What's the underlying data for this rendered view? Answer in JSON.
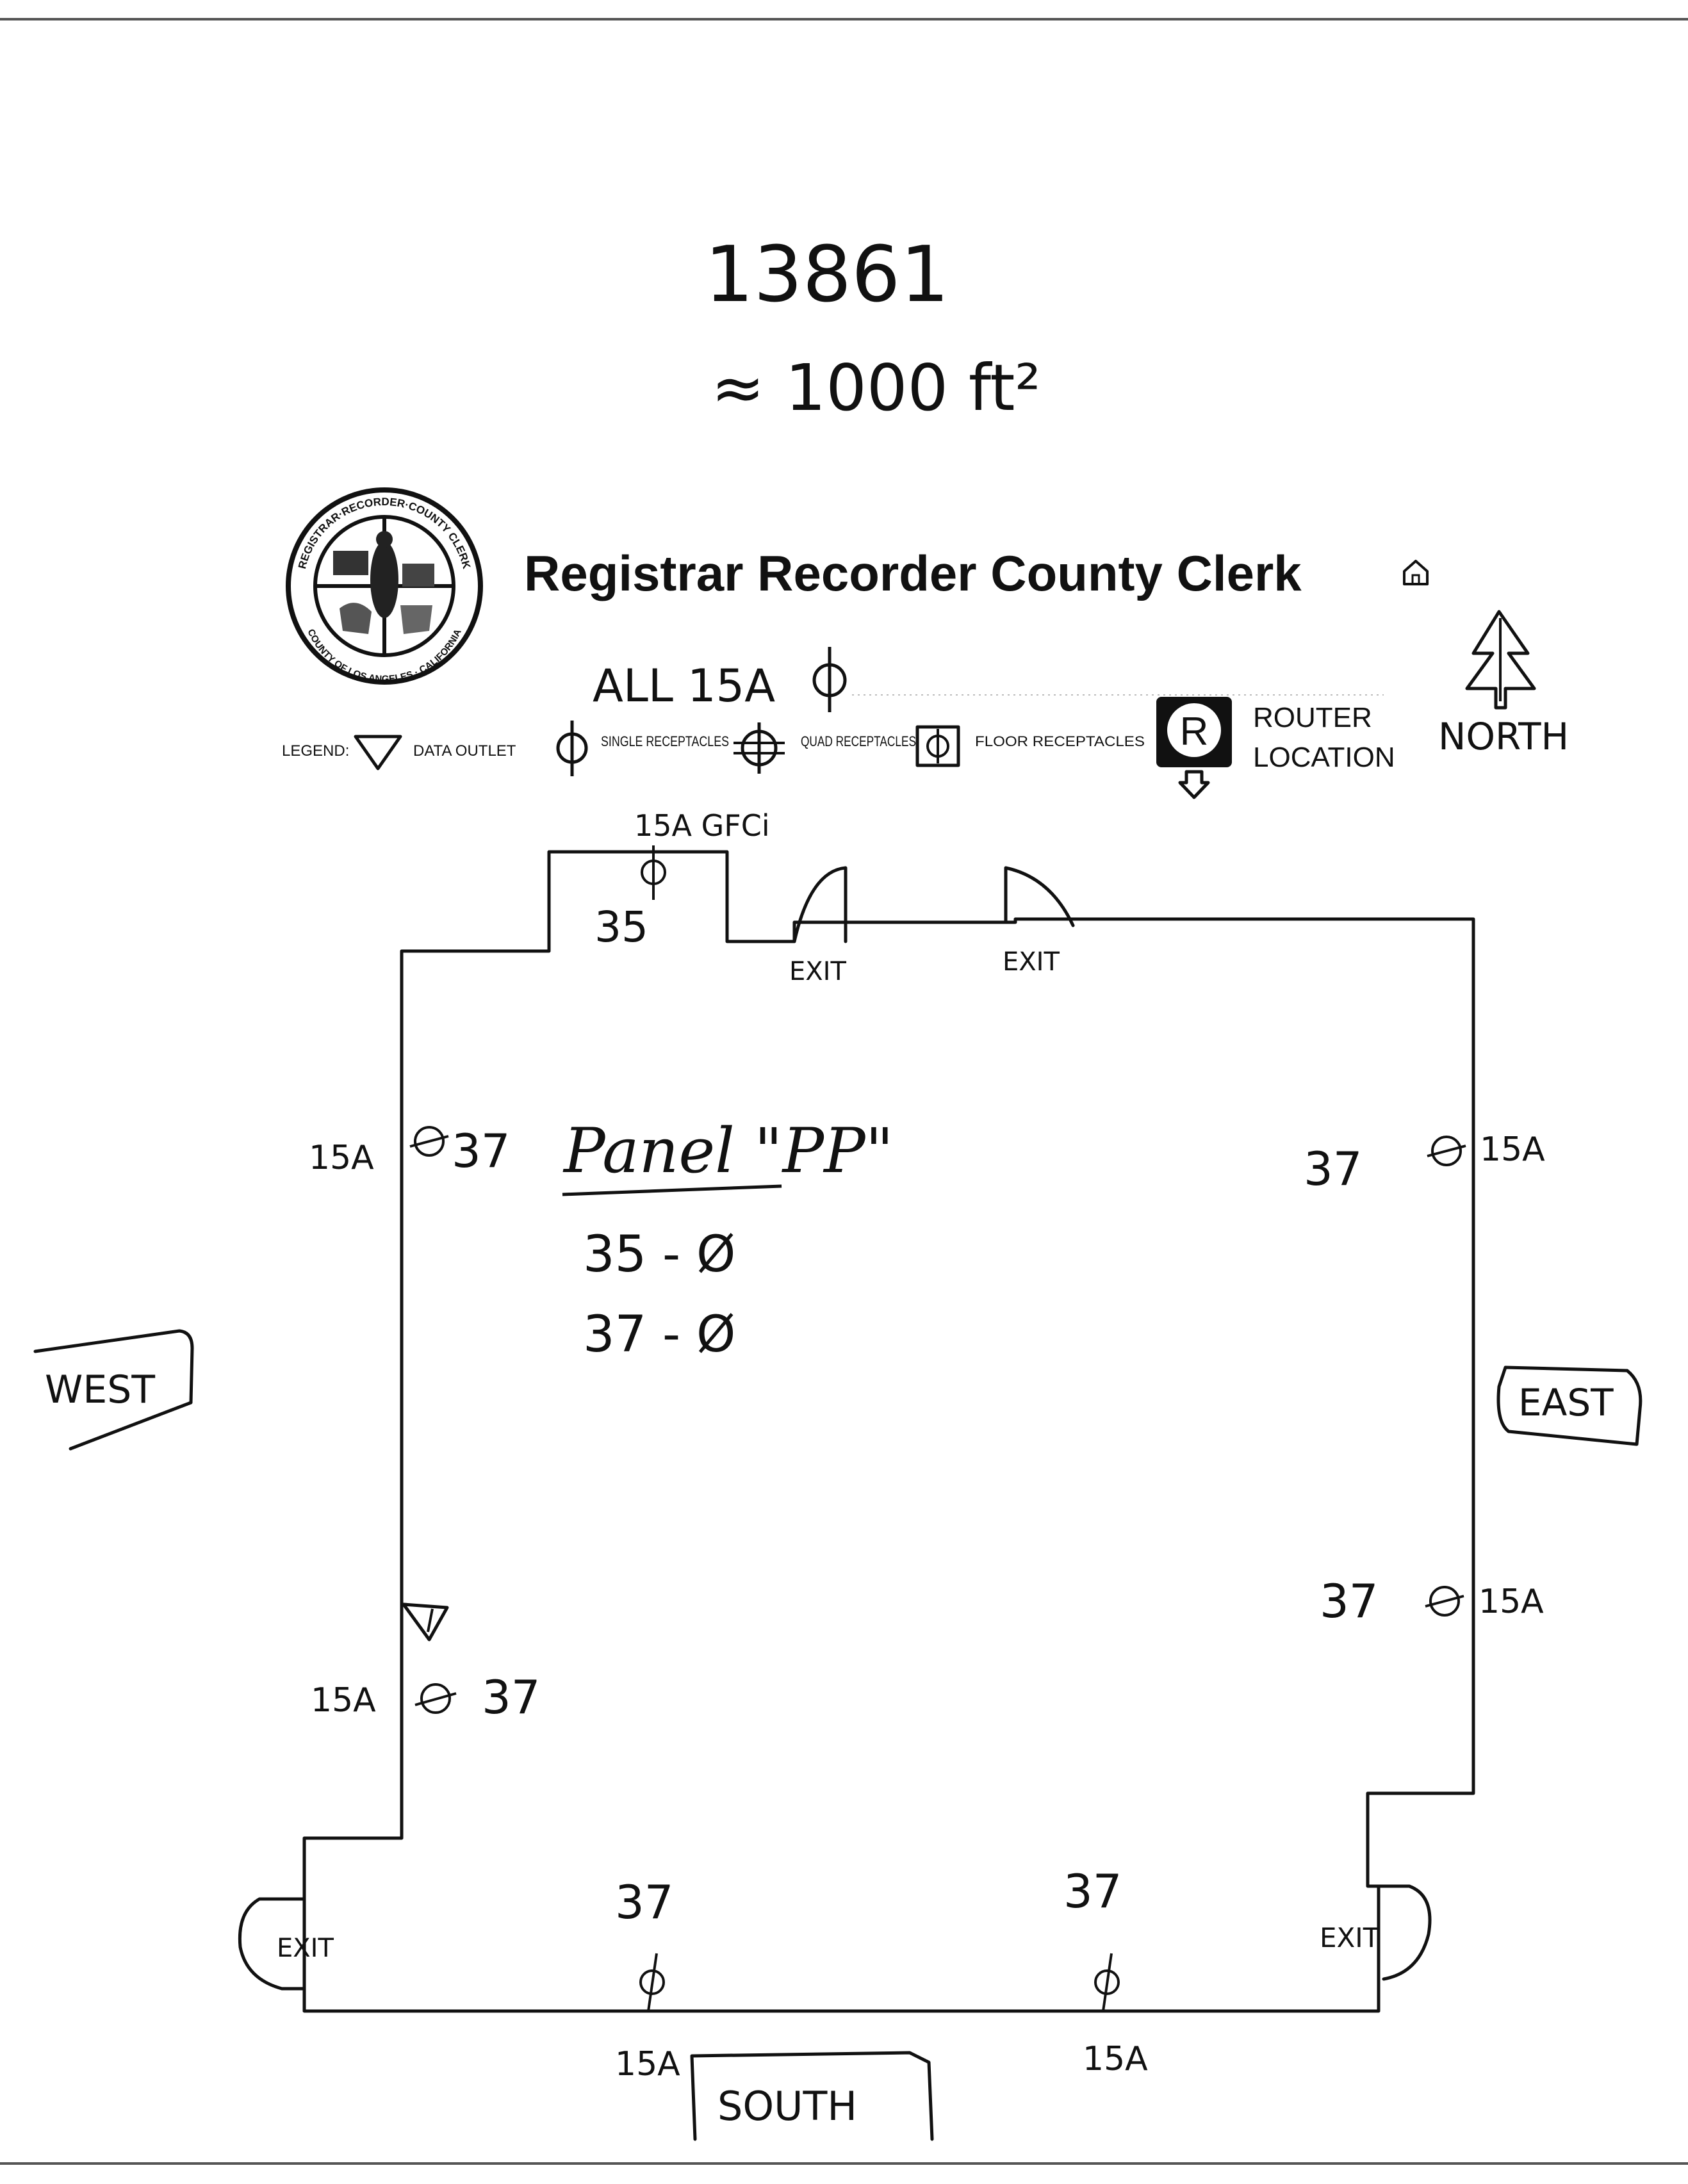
{
  "header": {
    "job_number": "13861",
    "area_note": "≈ 1000 ft²",
    "title": "Registrar Recorder County Clerk",
    "seal_top_text": "REGISTRAR·RECORDER·COUNTY CLERK",
    "seal_bottom_text": "COUNTY OF LOS ANGELES · CALIFORNIA",
    "home_icon": "home-icon"
  },
  "annotations": {
    "all_15a": "ALL 15A",
    "north_label": "NORTH"
  },
  "legend": {
    "label": "LEGEND:",
    "items": [
      {
        "icon": "data-outlet-triangle-icon",
        "text": "DATA OUTLET"
      },
      {
        "icon": "single-receptacle-icon",
        "text": "SINGLE RECEPTACLES"
      },
      {
        "icon": "quad-receptacle-icon",
        "text": "QUAD RECEPTACLES"
      },
      {
        "icon": "floor-receptacle-icon",
        "text": "FLOOR RECEPTACLES"
      },
      {
        "icon": "router-icon",
        "text": "ROUTER LOCATION",
        "line1": "ROUTER",
        "line2": "LOCATION",
        "glyph": "R"
      }
    ]
  },
  "floor_plan": {
    "panel": {
      "title": "Panel \"PP\"",
      "line1": "35 - Ø",
      "line2": "37 - Ø"
    },
    "directions": {
      "west": "WEST",
      "east": "EAST",
      "south": "SOUTH"
    },
    "exits": {
      "north_left": "EXIT",
      "north_right": "EXIT",
      "south_west": "EXIT",
      "south_east": "EXIT"
    },
    "receptacles": {
      "north": {
        "rating": "15A GFCi",
        "circuit": "35"
      },
      "west_upper": {
        "rating": "15A",
        "circuit": "37"
      },
      "west_lower": {
        "rating": "15A",
        "circuit": "37"
      },
      "east_upper": {
        "rating": "15A",
        "circuit": "37"
      },
      "east_lower": {
        "rating": "15A",
        "circuit": "37"
      },
      "south_left": {
        "rating": "15A",
        "circuit": "37"
      },
      "south_right": {
        "rating": "15A",
        "circuit": "37"
      }
    }
  }
}
